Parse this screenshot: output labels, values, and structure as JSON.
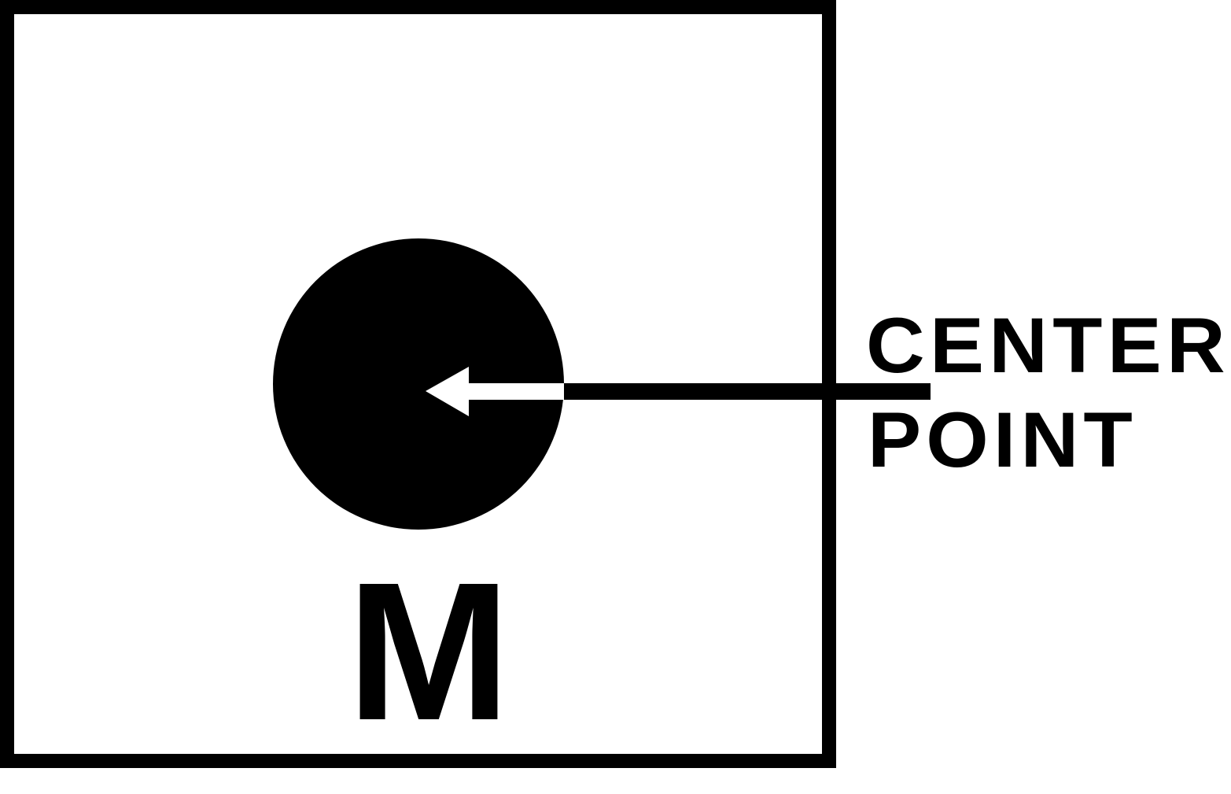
{
  "symbol": {
    "letter": "M",
    "marker_shape": "filled-circle",
    "marker_arrow": "left-arrow",
    "callout_lines": [
      "CENTER",
      "POINT"
    ]
  },
  "colors": {
    "ink": "#000000",
    "paper": "#ffffff"
  }
}
